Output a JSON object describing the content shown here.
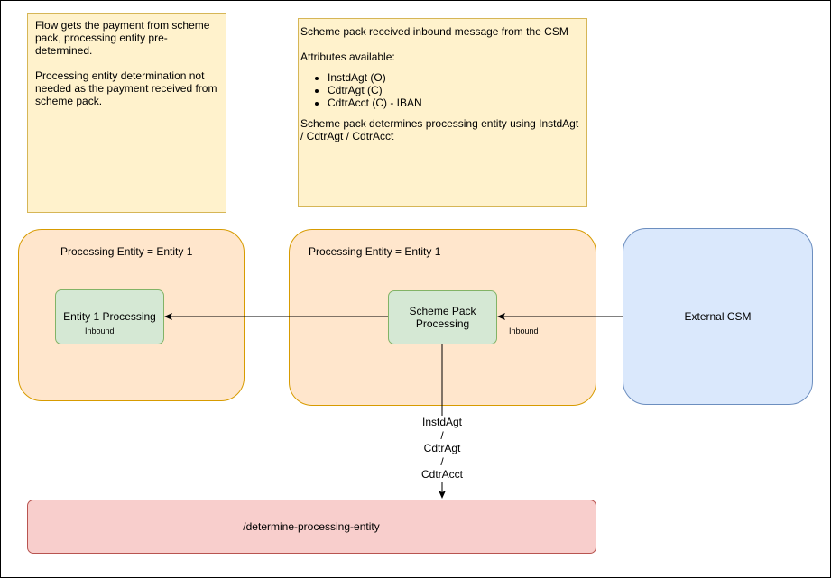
{
  "notes": {
    "left": {
      "line1": "Flow gets the payment from scheme pack, processing entity pre-determined.",
      "line2": "Processing entity determination not needed as the payment received from scheme pack."
    },
    "right": {
      "intro": "Scheme pack received inbound message from the CSM",
      "attributes_heading": "Attributes available:",
      "attributes": [
        "InstdAgt (O)",
        "CdtrAgt (C)",
        "CdtrAcct (C) - IBAN"
      ],
      "conclusion": "Scheme pack determines processing entity using InstdAgt / CdtrAgt / CdtrAcct"
    }
  },
  "groups": {
    "left": {
      "title": "Processing Entity = Entity 1"
    },
    "middle": {
      "title": "Processing Entity = Entity 1"
    }
  },
  "nodes": {
    "entity1": "Entity 1 Processing",
    "scheme_pack": "Scheme Pack Processing",
    "external_csm": "External CSM",
    "determine": "/determine-processing-entity"
  },
  "edge_labels": {
    "inbound_left": "Inbound",
    "inbound_right": "Inbound",
    "determination_attrs": [
      "InstdAgt",
      "/",
      "CdtrAgt",
      "/",
      "CdtrAcct"
    ]
  },
  "colors": {
    "note_fill": "#fff2cc",
    "group_fill": "#ffe6cc",
    "process_fill": "#d5e8d4",
    "csm_fill": "#dae8fc",
    "endpoint_fill": "#f8cecc"
  }
}
